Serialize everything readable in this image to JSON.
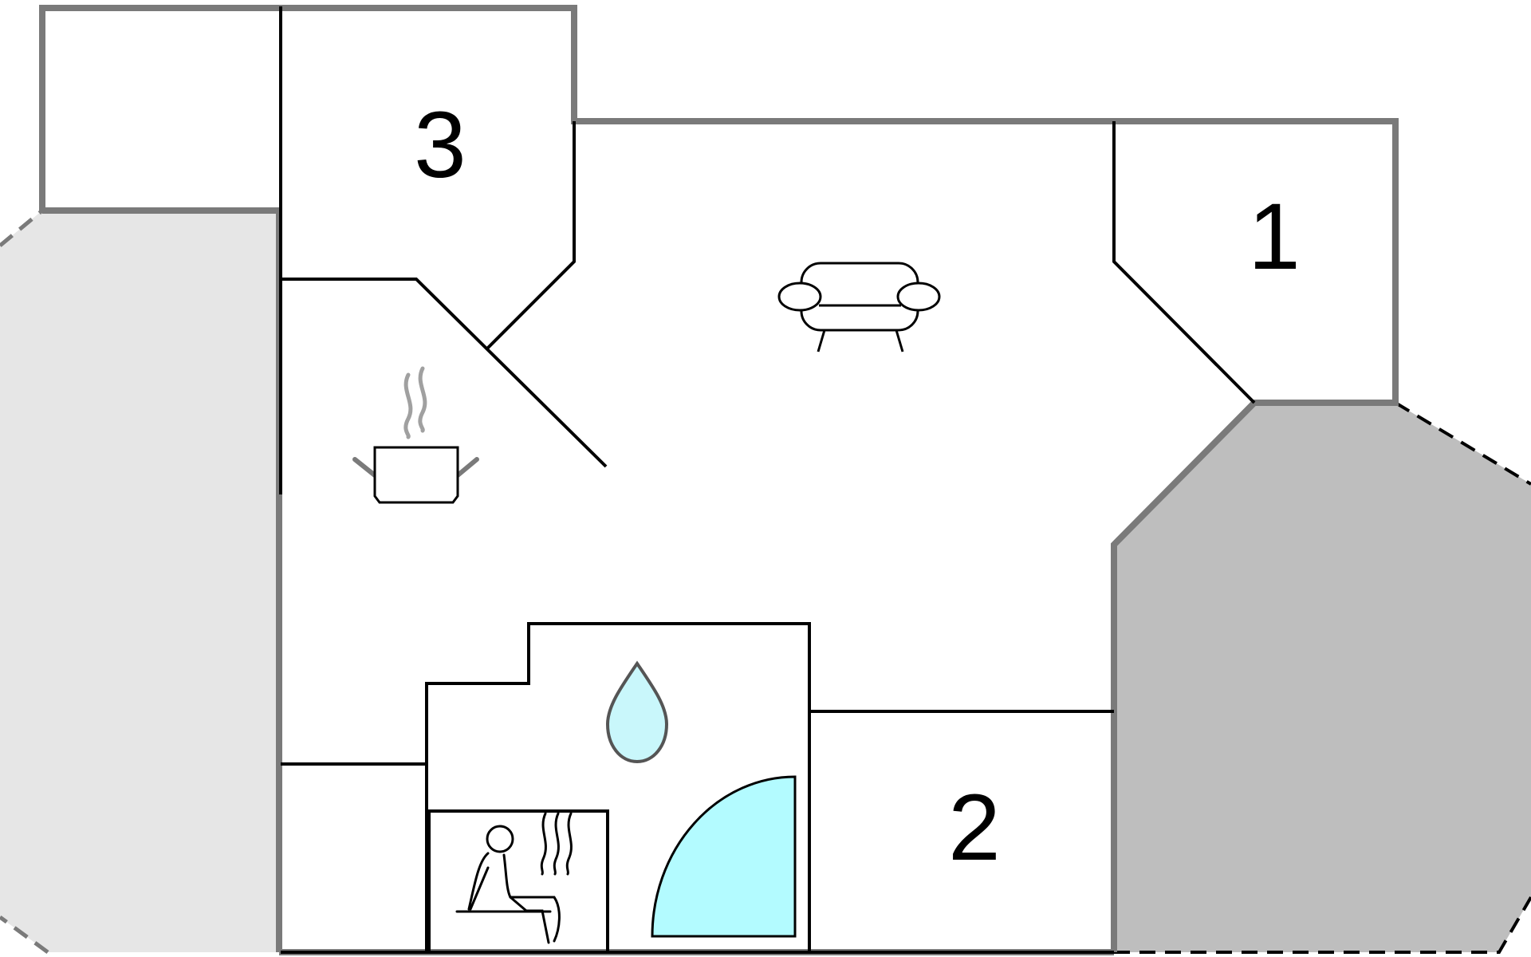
{
  "floorplan": {
    "room_labels": {
      "room_1": "1",
      "room_2": "2",
      "room_3": "3"
    },
    "icons": {
      "living": "sofa-icon",
      "kitchen": "cooking-pot-icon",
      "bathroom": "water-drop-icon",
      "sauna": "sauna-person-icon",
      "shower": "quarter-circle-shower-icon"
    },
    "colors": {
      "outer_wall": "#7a7a7a",
      "inner_wall": "#000000",
      "terrace_left": "#e6e6e6",
      "terrace_right": "#bebebe",
      "shower_fill": "#b3fbff",
      "drop_fill": "#c9f7fb"
    }
  }
}
